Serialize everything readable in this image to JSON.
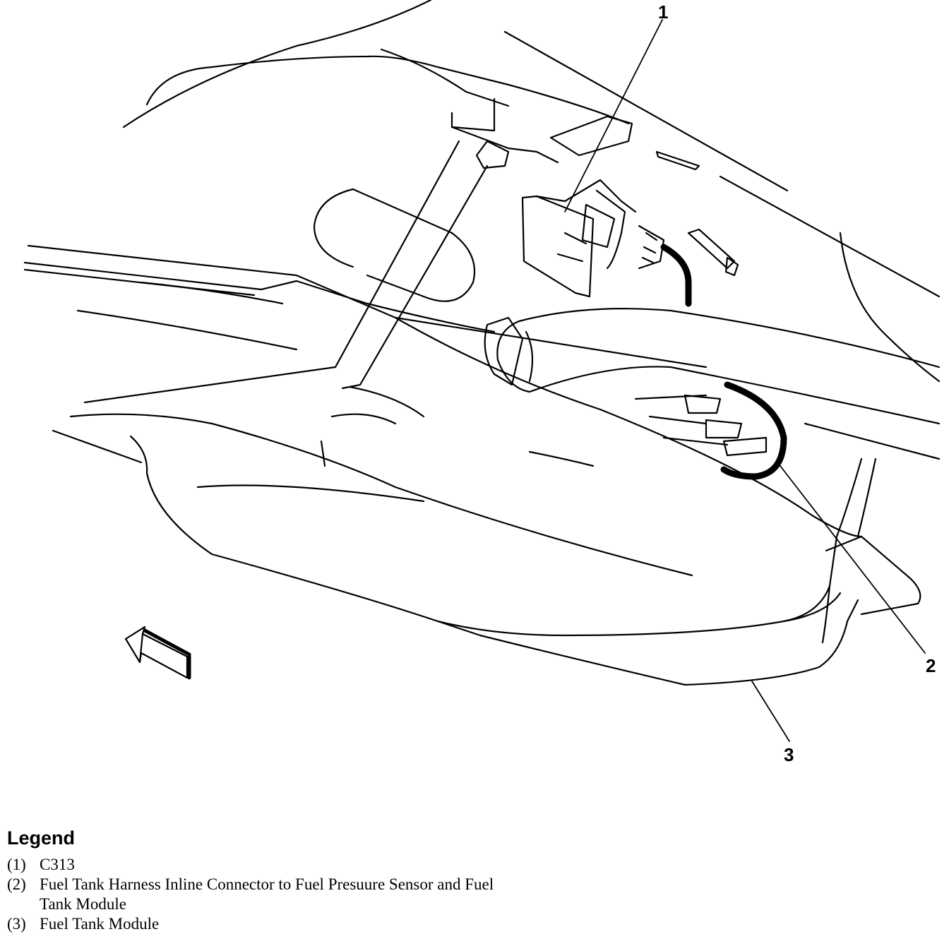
{
  "callouts": [
    "1",
    "2",
    "3"
  ],
  "legend": {
    "title": "Legend",
    "items": [
      {
        "num": "(1)",
        "text": "C313"
      },
      {
        "num": "(2)",
        "text": "Fuel Tank Harness Inline Connector to Fuel Presuure Sensor and Fuel Tank Module"
      },
      {
        "num": "(3)",
        "text": "Fuel Tank Module"
      }
    ]
  }
}
